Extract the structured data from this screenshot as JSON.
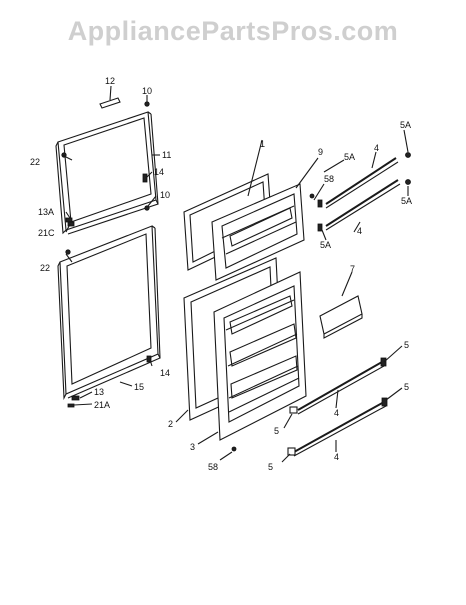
{
  "watermark": "AppliancePartsPros.com",
  "callouts": {
    "c1": "1",
    "c2": "2",
    "c3": "3",
    "c4a": "4",
    "c4b": "4",
    "c4c": "4",
    "c4d": "4",
    "c5a": "5",
    "c5b": "5",
    "c5c": "5",
    "c5d": "5",
    "c5Aa": "5A",
    "c5Ab": "5A",
    "c5Ac": "5A",
    "c5Ad": "5A",
    "c7": "7",
    "c9": "9",
    "c10a": "10",
    "c10b": "10",
    "c11": "11",
    "c12": "12",
    "c13": "13",
    "c13A": "13A",
    "c14a": "14",
    "c14b": "14",
    "c15": "15",
    "c21A": "21A",
    "c21C": "21C",
    "c22a": "22",
    "c22b": "22",
    "c58a": "58",
    "c58b": "58"
  }
}
